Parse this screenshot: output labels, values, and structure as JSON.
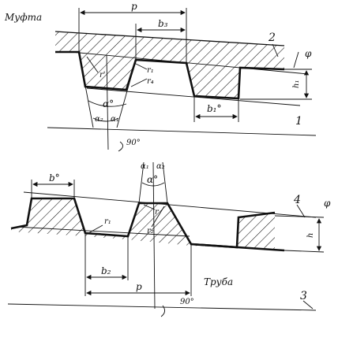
{
  "coupling": {
    "title": "Муфта",
    "p": "p",
    "b3": "b₃",
    "r1": "r₁",
    "r4": "r₄",
    "r_prime": "r'",
    "alpha": "α°",
    "alpha2": "α₂",
    "alpha1": "α₁",
    "b1": "b₁°",
    "h1": "h₁",
    "phi": "φ",
    "angle90": "90°",
    "ref2": "2",
    "ref1": "1"
  },
  "pipe": {
    "title": "Труба",
    "b_star": "b°",
    "alpha1": "α₁",
    "alpha2": "α₂",
    "alpha": "α°",
    "r1": "r₁",
    "r": "r",
    "r2": "r₂",
    "b2": "b₂",
    "p": "p",
    "angle90": "90°",
    "ref4": "4",
    "ref3": "3",
    "phi": "φ",
    "h": "h"
  }
}
